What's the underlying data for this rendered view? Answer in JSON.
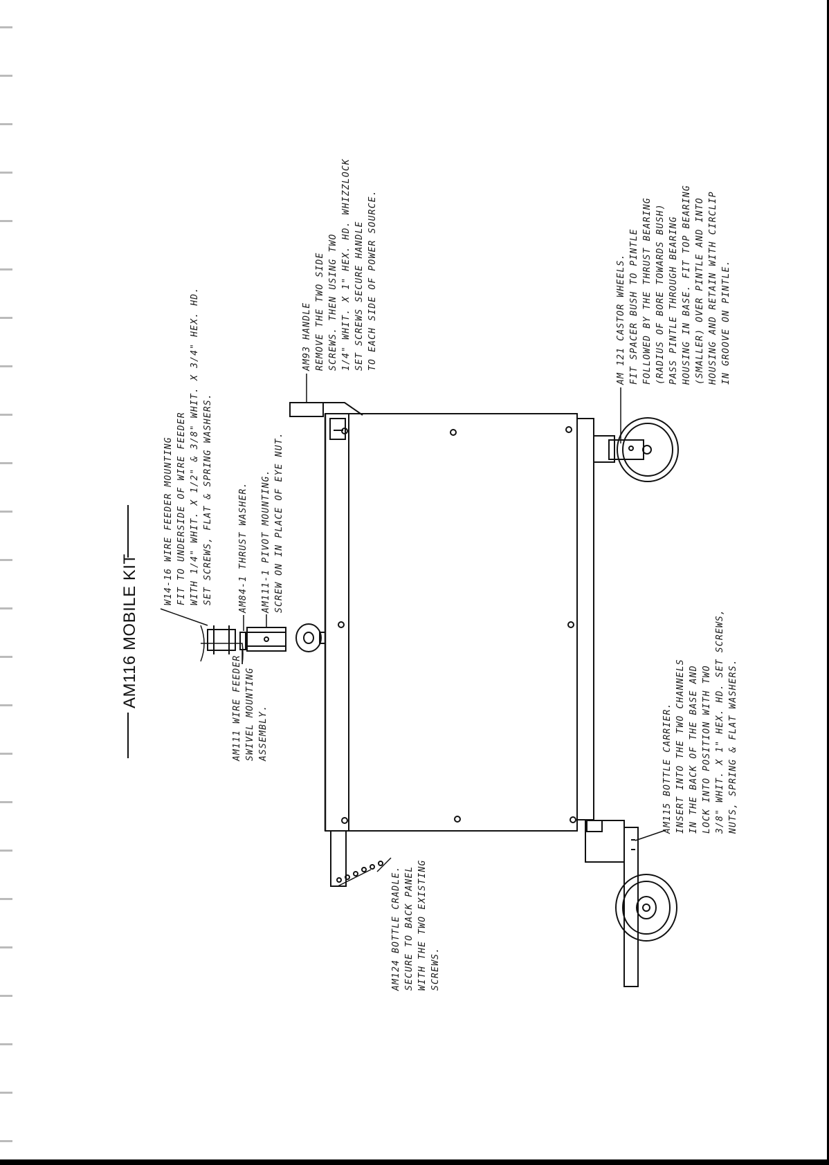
{
  "diagram": {
    "title": "AM116 MOBILE KIT",
    "labels": {
      "wire_feeder_mounting": [
        "W14-16 WIRE FEEDER MOUNTING",
        "FIT TO UNDERSIDE OF WIRE FEEDER",
        "WITH 1/4\" WHIT. X 1/2\" & 3/8\" WHIT. X 3/4\" HEX. HD.",
        "SET SCREWS, FLAT & SPRING WASHERS."
      ],
      "thrust_washer": [
        "AM84-1 THRUST WASHER."
      ],
      "pivot_mounting": [
        "AM111-1 PIVOT MOUNTING.",
        "SCREW ON IN PLACE OF EYE NUT."
      ],
      "swivel_assembly": [
        "AM111 WIRE FEEDER",
        "SWIVEL MOUNTING",
        "ASSEMBLY."
      ],
      "handle": [
        "AM93 HANDLE",
        "REMOVE THE TWO SIDE",
        "SCREWS. THEN USING TWO",
        "1/4\" WHIT. X 1\" HEX. HD. WHIZZLOCK",
        "SET SCREWS SECURE HANDLE",
        "TO EACH SIDE OF POWER SOURCE."
      ],
      "castor_wheels": [
        "AM 121 CASTOR WHEELS.",
        "FIT SPACER BUSH TO PINTLE",
        "FOLLOWED BY THE THRUST BEARING",
        "(RADIUS OF BORE TOWARDS BUSH)",
        "PASS PINTLE THROUGH BEARING",
        "HOUSING IN BASE. FIT TOP BEARING",
        "(SMALLER) OVER PINTLE AND INTO",
        "HOUSING AND RETAIN WITH CIRCLIP",
        "IN GROOVE ON PINTLE."
      ],
      "bottle_carrier": [
        "AM115 BOTTLE CARRIER.",
        "INSERT INTO THE TWO CHANNELS",
        "IN THE BACK OF THE BASE AND",
        "LOCK INTO POSITION WITH TWO",
        "3/8\" WHIT. X 1\" HEX. HD. SET SCREWS,",
        "NUTS, SPRING & FLAT WASHERS."
      ],
      "bottle_cradle": [
        "AM124 BOTTLE CRADLE.",
        "SECURE TO BACK PANEL",
        "WITH THE TWO EXISTING",
        "SCREWS."
      ]
    }
  }
}
